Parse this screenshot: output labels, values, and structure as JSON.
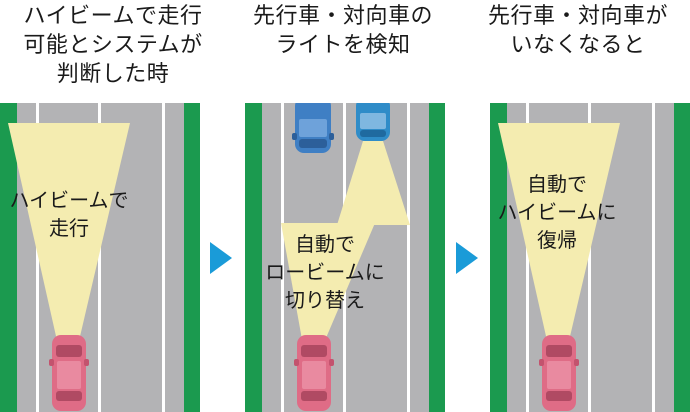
{
  "colors": {
    "road": "#b3b3b5",
    "lane_line": "#ffffff",
    "shoulder": "#1b9a4f",
    "beam": "#f4ecb0",
    "own_car": "#df6c86",
    "oncoming_car_left": "#3f7fc4",
    "oncoming_car_right": "#2f8cc8",
    "arrow": "#1a9bd8"
  },
  "panels": [
    {
      "heading": "ハイビームで走行\n可能とシステムが\n判断した時",
      "label": "ハイビームで\n走行",
      "icons": [
        "car-icon",
        "headlight-beam-icon"
      ]
    },
    {
      "heading": "先行車・対向車の\nライトを検知",
      "label": "自動で\nロービームに\n切り替え",
      "icons": [
        "car-icon",
        "oncoming-car-icon",
        "headlight-beam-icon"
      ]
    },
    {
      "heading": "先行車・対向車が\nいなくなると",
      "label": "自動で\nハイビームに\n復帰",
      "icons": [
        "car-icon",
        "headlight-beam-icon"
      ]
    }
  ],
  "arrows": [
    "arrow-right-icon",
    "arrow-right-icon"
  ]
}
